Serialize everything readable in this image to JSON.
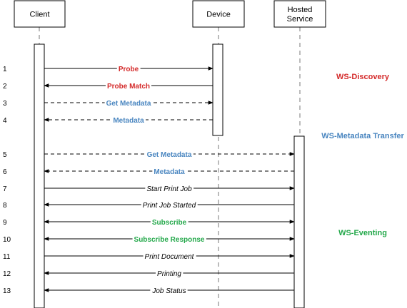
{
  "participants": [
    {
      "id": "client",
      "lines": [
        "Client"
      ]
    },
    {
      "id": "device",
      "lines": [
        "Device"
      ]
    },
    {
      "id": "hosted-service",
      "lines": [
        "Hosted",
        "Service"
      ]
    }
  ],
  "messages": [
    {
      "num": "1",
      "label": "Probe",
      "from": "client",
      "to": "device",
      "style": "solid",
      "color": "red",
      "bidir": false
    },
    {
      "num": "2",
      "label": "Probe Match",
      "from": "device",
      "to": "client",
      "style": "solid",
      "color": "red",
      "bidir": false
    },
    {
      "num": "3",
      "label": "Get Metadata",
      "from": "client",
      "to": "device",
      "style": "dashed",
      "color": "blue",
      "bidir": false
    },
    {
      "num": "4",
      "label": "Metadata",
      "from": "device",
      "to": "client",
      "style": "dashed",
      "color": "blue",
      "bidir": false
    },
    {
      "num": "5",
      "label": "Get Metadata",
      "from": "client",
      "to": "hosted-service",
      "style": "dashed",
      "color": "blue",
      "bidir": false
    },
    {
      "num": "6",
      "label": "Metadata",
      "from": "hosted-service",
      "to": "client",
      "style": "dashed",
      "color": "blue",
      "bidir": false
    },
    {
      "num": "7",
      "label": "Start Print Job",
      "from": "client",
      "to": "hosted-service",
      "style": "solid",
      "color": "black",
      "bidir": false
    },
    {
      "num": "8",
      "label": "Print Job Started",
      "from": "hosted-service",
      "to": "client",
      "style": "solid",
      "color": "black",
      "bidir": false
    },
    {
      "num": "9",
      "label": "Subscribe",
      "from": "client",
      "to": "hosted-service",
      "style": "solid",
      "color": "green",
      "bidir": true
    },
    {
      "num": "10",
      "label": "Subscribe Response",
      "from": "client",
      "to": "hosted-service",
      "style": "solid",
      "color": "green",
      "bidir": true
    },
    {
      "num": "11",
      "label": "Print Document",
      "from": "client",
      "to": "hosted-service",
      "style": "solid",
      "color": "black",
      "bidir": false
    },
    {
      "num": "12",
      "label": "Printing",
      "from": "hosted-service",
      "to": "client",
      "style": "solid",
      "color": "black",
      "bidir": false
    },
    {
      "num": "13",
      "label": "Job Status",
      "from": "hosted-service",
      "to": "client",
      "style": "solid",
      "color": "black",
      "bidir": false
    }
  ],
  "groups": [
    {
      "label": "WS-Discovery",
      "color": "red"
    },
    {
      "label": "WS-Metadata Transfer",
      "color": "blue"
    },
    {
      "label": "WS-Eventing",
      "color": "green"
    }
  ],
  "colors": {
    "red": "#d42a2a",
    "blue": "#4a86c0",
    "green": "#23a84a",
    "black": "#000000",
    "lifeline": "#777777",
    "activation_fill": "#ffffff"
  }
}
